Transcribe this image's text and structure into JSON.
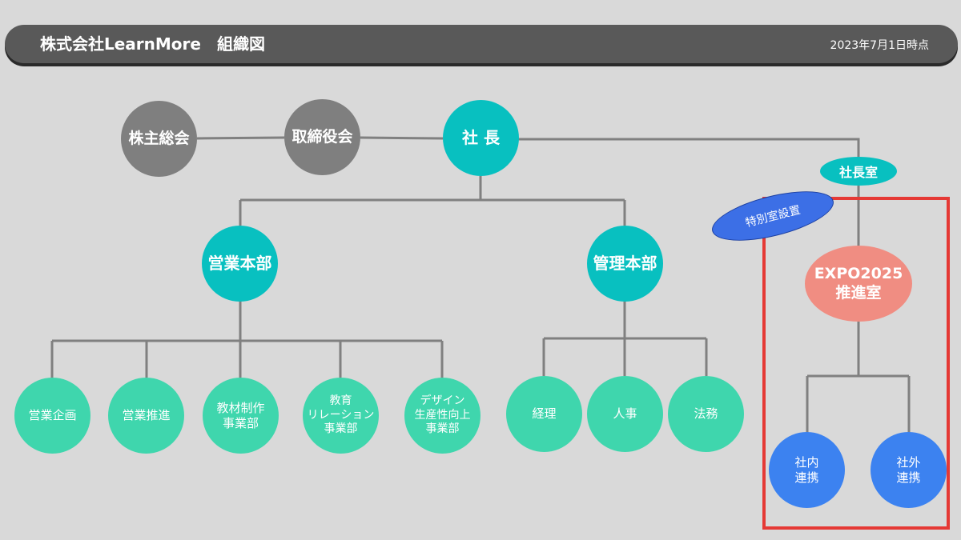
{
  "header": {
    "title": "株式会社LearnMore　組織図",
    "date": "2023年7月1日時点"
  },
  "governance": {
    "shareholders": "株主総会",
    "board": "取締役会",
    "president": "社 長",
    "president_office": "社長室"
  },
  "divisions": {
    "sales": "営業本部",
    "admin": "管理本部"
  },
  "sales_departments": [
    "営業企画",
    "営業推進",
    "教材制作\n事業部",
    "教育\nリレーション\n事業部",
    "デザイン\n生産性向上\n事業部"
  ],
  "admin_departments": [
    "経理",
    "人事",
    "法務"
  ],
  "expo": {
    "label": "EXPO2025\n推進室",
    "tag": "特別室設置",
    "children": [
      "社内\n連携",
      "社外\n連携"
    ]
  },
  "colors": {
    "background": "#d9d9d9",
    "header": "#595959",
    "gray_node": "#7f7f7f",
    "teal_node": "#08c0c0",
    "green_node": "#3fd6ad",
    "blue_node": "#3c82f0",
    "salmon_node": "#f08d82",
    "highlight_border": "#e53935",
    "connector": "#808080"
  }
}
